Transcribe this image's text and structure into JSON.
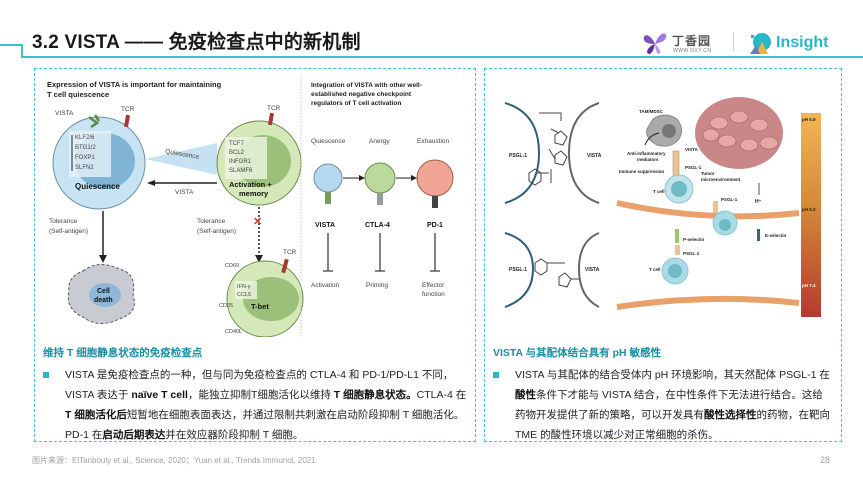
{
  "header": {
    "title": "3.2 VISTA —— 免疫检查点中的新机制",
    "logo_dxy_name": "丁香园",
    "logo_dxy_url": "WWW.DXY.CN",
    "logo_insight": "Insight",
    "accent_color": "#3dbfcf"
  },
  "left_panel": {
    "figure": {
      "heading_1": "Expression of VISTA is important for maintaining",
      "heading_2": "T cell quiescence",
      "vista_label": "VISTA",
      "tcr_label_1": "TCR",
      "tcr_label_2": "TCR",
      "tcr_label_3": "TCR",
      "genes_quiescent": [
        "KLF2/6",
        "BTG1/2",
        "FOXP1",
        "SLFN2"
      ],
      "quiescence_label": "Quiescence",
      "quiescence_arrow_label": "Quiescence",
      "vista_arrow_label": "VISTA",
      "genes_activation": [
        "TCF7",
        "BCL2",
        "INFGR1",
        "SLAMF6"
      ],
      "activation_label_1": "Activation +",
      "activation_label_2": "memory",
      "tolerance_1a": "Tolerance",
      "tolerance_1b": "(Self-antigen)",
      "tolerance_2a": "Tolerance",
      "tolerance_2b": "(Self-antigen)",
      "cell_death_1": "Cell",
      "cell_death_2": "death",
      "cd69": "CD69",
      "cd25": "CD25",
      "cd40l": "CD40L",
      "ifn": "IFN-γ",
      "ccl5": "CCL5",
      "tbet": "T-bet",
      "integration_1": "Integration of VISTA with other well-",
      "integration_2": "established negative checkpoint",
      "integration_3": "regulators of T cell activation",
      "states": [
        "Quiescence",
        "Anergy",
        "Exhaustion"
      ],
      "checkpoints": [
        "VISTA",
        "CTLA-4",
        "PD-1"
      ],
      "effects": [
        "Activation",
        "Priming",
        "Effector",
        "function"
      ]
    },
    "caption_title": "维持 T 细胞静息状态的免疫检查点",
    "bullet": {
      "p1": "VISTA 是免疫检查点的一种，但与同为免疫检查点的 CTLA-4 和 PD-1/PD-L1 不同，VISTA 表达于 ",
      "b1": "naïve T cell",
      "p2": "，能独立抑制T细胞活化以维持 ",
      "b2": "T 细胞静息状态。",
      "p3": "CTLA-4 在 ",
      "b3": "T 细胞活化后",
      "p4": "短暂地在细胞表面表达，并通过限制共刺激在启动阶段抑制 T 细胞活化。PD-1 在",
      "b4": "启动后期表达",
      "p5": "并在效应器阶段抑制 T 细胞。"
    }
  },
  "right_panel": {
    "figure": {
      "psgl1": "PSGL-1",
      "vista": "VISTA",
      "tam_mdsc": "TAM/MDSC",
      "anti_inflam_1": "Anti-inflammatory",
      "anti_inflam_2": "mediators",
      "immune_supp": "Immune suppression",
      "t_cell": "T cell",
      "vista_small": "VISTA",
      "psgl1_small": "PSGL-1",
      "tumor_1": "Tumor",
      "tumor_2": "microenvironment",
      "h_plus": "H⁺",
      "ph_labels": [
        "pH 5.9",
        "pH 6.3",
        "pH 7.4"
      ],
      "psgl1_b": "PSGL-1",
      "vista_b": "VISTA",
      "psgl1_c": "PSGL-1",
      "p_selectin": "P-selectin",
      "e_selectin": "E-selectin",
      "psgl1_d": "PSGL-1",
      "t_cell_b": "T cell"
    },
    "caption_title": "VISTA 与其配体结合具有 pH 敏感性",
    "bullet": {
      "p1": "VISTA 与其配体的结合受体内 pH 环境影响，其天然配体 PSGL-1 在",
      "b1": "酸性",
      "p2": "条件下才能与 VISTA 结合，在中性条件下无法进行结合。这给药物开发提供了新的策略，可以开发具有",
      "b2": "酸性选择性",
      "p3": "的药物，在靶向 TME 的酸性环境以减少对正常细胞的杀伤。"
    }
  },
  "footer": {
    "source": "图片来源：ElTanbouly et al., Science, 2020；Yuan et al., Trends Immunol, 2021",
    "page_number": "28"
  }
}
